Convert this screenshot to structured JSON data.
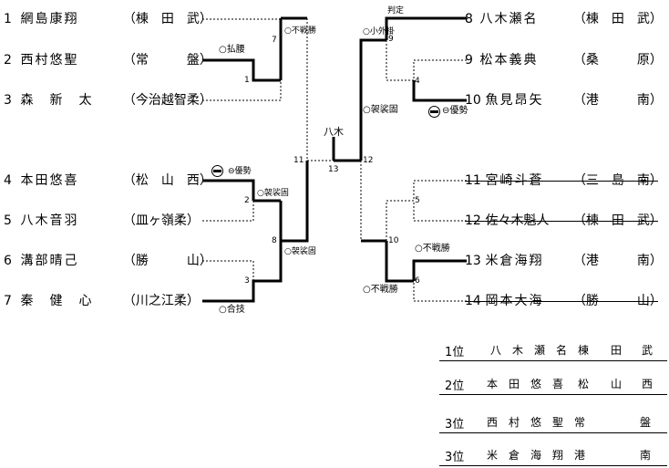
{
  "players_left": [
    {
      "num": "1",
      "name": "網島康翔",
      "team": "（棟　田　武）"
    },
    {
      "num": "2",
      "name": "西村悠聖",
      "team": "（常　　　盤）"
    },
    {
      "num": "3",
      "name": "森　新　太",
      "team": "（今治越智柔）"
    },
    {
      "num": "4",
      "name": "本田悠喜",
      "team": "（松　山　西）"
    },
    {
      "num": "5",
      "name": "八木音羽",
      "team": "（皿ヶ嶺柔）"
    },
    {
      "num": "6",
      "name": "溝部晴己",
      "team": "（勝　　　山）"
    },
    {
      "num": "7",
      "name": "秦　健　心",
      "team": "（川之江柔）"
    }
  ],
  "players_right": [
    {
      "num": "8",
      "name": "八木瀬名",
      "team": "（棟　田　武）"
    },
    {
      "num": "9",
      "name": "松本義典",
      "team": "（桑　　　原）"
    },
    {
      "num": "10",
      "name": "魚見昂矢",
      "team": "（港　　　南）"
    },
    {
      "num": "11",
      "name": "宮崎斗蒼",
      "team": "（三　島　南）"
    },
    {
      "num": "12",
      "name": "佐々木魁人",
      "team": "（棟　田　武）"
    },
    {
      "num": "13",
      "name": "米倉海翔",
      "team": "（港　　　南）"
    },
    {
      "num": "14",
      "name": "岡本大海",
      "team": "（勝　　　山）"
    }
  ],
  "labels": {
    "m1_note": "○払腰",
    "m7_note": "○不戦勝",
    "m2_note": "○袈裟固",
    "m4_note": "⊖優勢",
    "m8_note": "○袈裟固",
    "m3_note": "○合技",
    "m9_note": "○小外掛",
    "m9_top": "判定",
    "m12_note": "○袈裟固",
    "m10_note": "⊖優勢",
    "m6a_note": "○不戦勝",
    "m6b_note": "○不戦勝",
    "final_winner": "八木"
  },
  "match_numbers": [
    "1",
    "2",
    "3",
    "4",
    "5",
    "6",
    "7",
    "8",
    "9",
    "10",
    "11",
    "12",
    "13"
  ],
  "ranking": [
    {
      "pos": "1位",
      "name": [
        "八",
        "木",
        "瀬",
        "名"
      ],
      "team": [
        "棟",
        "田",
        "武"
      ]
    },
    {
      "pos": "2位",
      "name": [
        "本",
        "田",
        "悠",
        "喜"
      ],
      "team": [
        "松",
        "山",
        "西"
      ]
    },
    {
      "pos": "3位",
      "name": [
        "西",
        "村",
        "悠",
        "聖"
      ],
      "team": [
        "常",
        "",
        "盤"
      ]
    },
    {
      "pos": "3位",
      "name": [
        "米",
        "倉",
        "海",
        "翔"
      ],
      "team": [
        "港",
        "",
        "南"
      ]
    }
  ]
}
